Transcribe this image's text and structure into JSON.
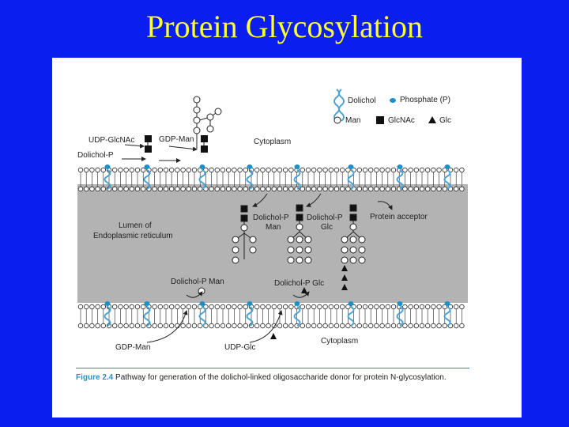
{
  "slide": {
    "title": "Protein Glycosylation"
  },
  "legend": {
    "dolichol": "Dolichol",
    "phosphate": "Phosphate (P)",
    "man": "Man",
    "glcnac": "GlcNAc",
    "glc": "Glc"
  },
  "labels": {
    "udp_glcnac": "UDP-GlcNAc",
    "gdp_man_top": "GDP-Man",
    "dolichol_p": "Dolichol-P",
    "cytoplasm_top": "Cytoplasm",
    "lumen_1": "Lumen of",
    "lumen_2": "Endoplasmic reticulum",
    "dolp_man_1": "Dolichol-P",
    "dolp_man_2": "Man",
    "dolp_glc_1": "Dolichol-P",
    "dolp_glc_2": "Glc",
    "protein_acceptor": "Protein acceptor",
    "dolichol_p_man": "Dolichol-P Man",
    "dolichol_p_glc": "Dolichol-P Glc",
    "gdp_man_bottom": "GDP-Man",
    "udp_glc": "UDP-Glc",
    "cytoplasm_bottom": "Cytoplasm"
  },
  "caption": {
    "figure_label": "Figure 2.4",
    "text": "Pathway for generation of the dolichol-linked oligosaccharide donor for protein N-glycosylation."
  },
  "colors": {
    "background": "#0a1ef0",
    "title": "#ffff33",
    "lumen": "#b3b3b3",
    "dolichol": "#4aa3d6",
    "phosphate": "#1e90c8"
  }
}
